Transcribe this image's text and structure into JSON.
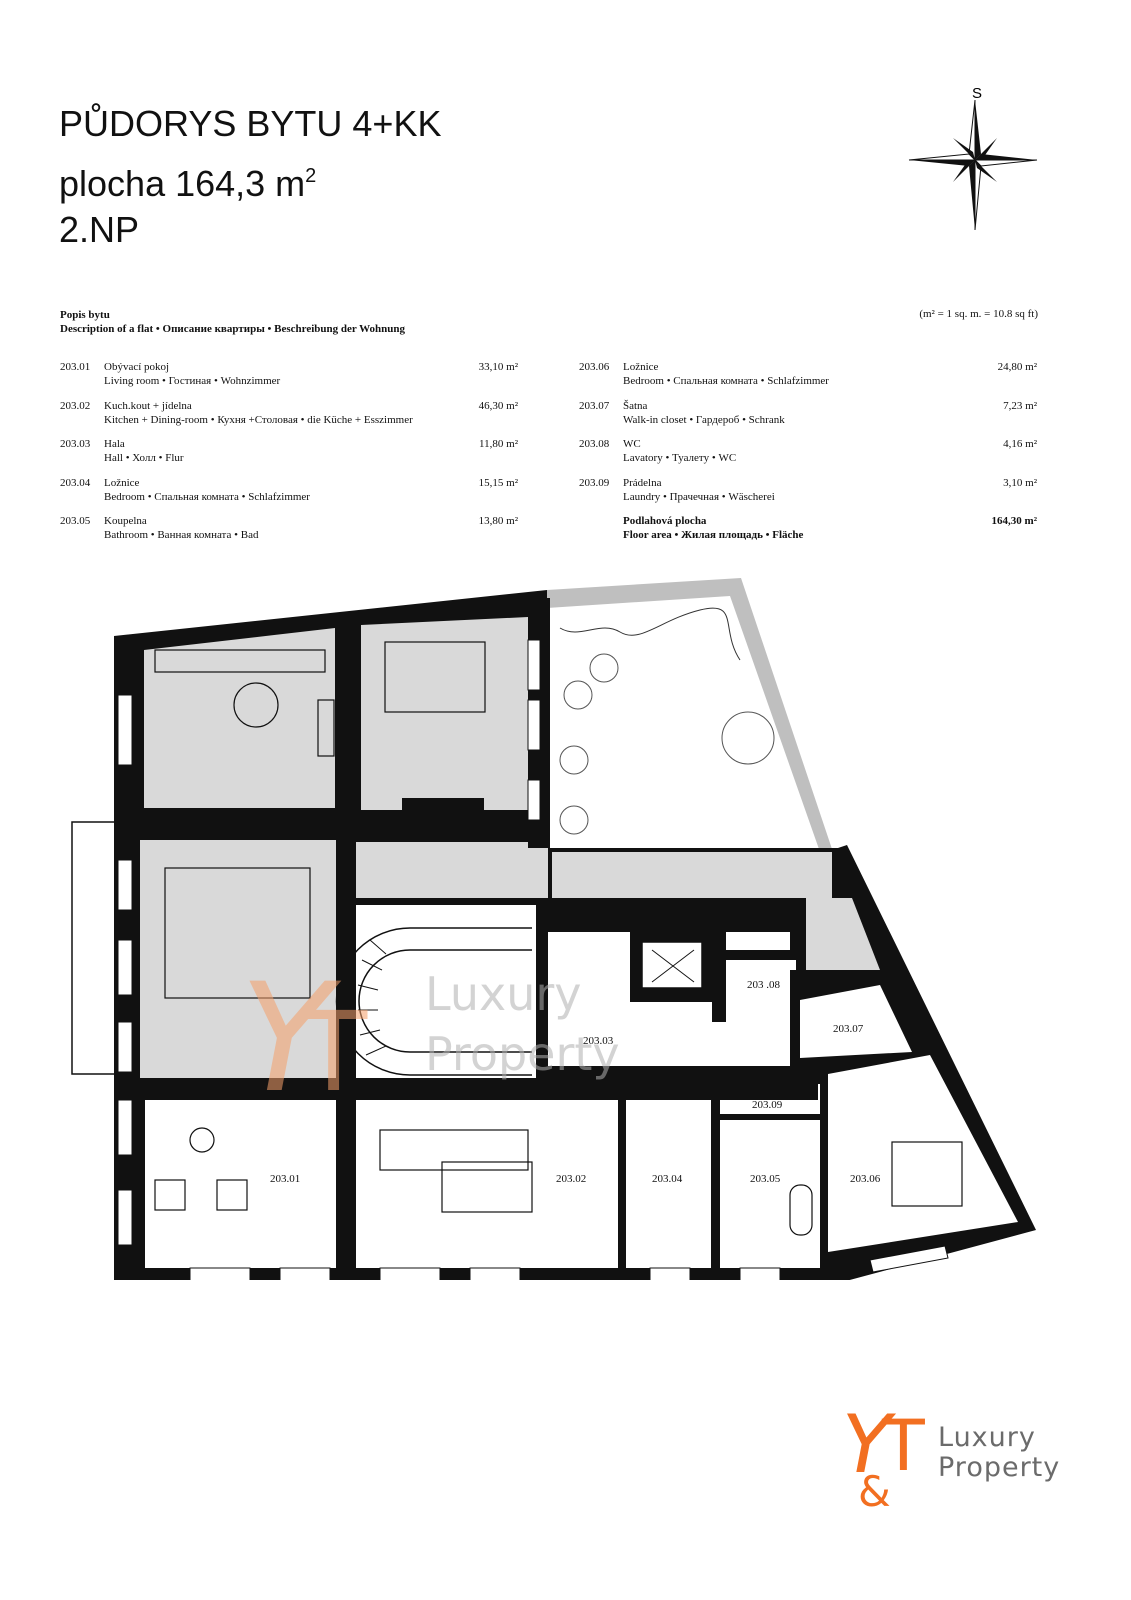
{
  "header": {
    "line1": "PŮDORYS BYTU 4+KK",
    "line2_prefix": "plocha 164,3 m",
    "line2_sup": "2",
    "line3": "2.NP"
  },
  "compass": {
    "label": "S"
  },
  "description": {
    "title": "Popis bytu",
    "subtitle": "Description of a flat • Описание квартиры • Beschreibung der Wohnung",
    "conversion": "(m² = 1 sq. m. = 10.8 sq ft)",
    "rooms_left": [
      {
        "code": "203.01",
        "name": "Obývací pokoj",
        "sub": "Living room • Гостиная • Wohnzimmer",
        "area": "33,10 m²"
      },
      {
        "code": "203.02",
        "name": "Kuch.kout + jídelna",
        "sub": "Kitchen + Dining-room • Кухня +Столовая • die Küche + Esszimmer",
        "area": "46,30 m²"
      },
      {
        "code": "203.03",
        "name": "Hala",
        "sub": "Hall • Холл • Flur",
        "area": "11,80 m²"
      },
      {
        "code": "203.04",
        "name": "Ložnice",
        "sub": "Bedroom • Спальная комната • Schlafzimmer",
        "area": "15,15 m²"
      },
      {
        "code": "203.05",
        "name": "Koupelna",
        "sub": "Bathroom • Ванная комната • Bad",
        "area": "13,80 m²"
      }
    ],
    "rooms_right": [
      {
        "code": "203.06",
        "name": "Ložnice",
        "sub": "Bedroom • Спальная комната • Schlafzimmer",
        "area": "24,80 m²"
      },
      {
        "code": "203.07",
        "name": "Šatna",
        "sub": "Walk-in closet • Гардероб • Schrank",
        "area": "7,23 m²"
      },
      {
        "code": "203.08",
        "name": "WC",
        "sub": "Lavatory • Туалету • WC",
        "area": "4,16 m²"
      },
      {
        "code": "203.09",
        "name": "Prádelna",
        "sub": "Laundry • Прачечная • Wäscherei",
        "area": "3,10 m²"
      }
    ],
    "total": {
      "name": "Podlahová plocha",
      "sub": "Floor area • Жилая площадь • Fläche",
      "area": "164,30 m²"
    }
  },
  "plan_labels": {
    "r01": "203.01",
    "r02": "203.02",
    "r03": "203.03",
    "r04": "203.04",
    "r05": "203.05",
    "r06": "203.06",
    "r07": "203.07",
    "r08": "203 .08",
    "r09": "203.09"
  },
  "watermark": {
    "line1": "Luxury",
    "line2": "Property"
  },
  "logo": {
    "line1": "Luxury",
    "line2": "Property"
  },
  "colors": {
    "brand_orange": "#f26f21",
    "wall": "#111111",
    "room_fill": "#d9d9d9",
    "terrace": "#bfbfbf"
  }
}
